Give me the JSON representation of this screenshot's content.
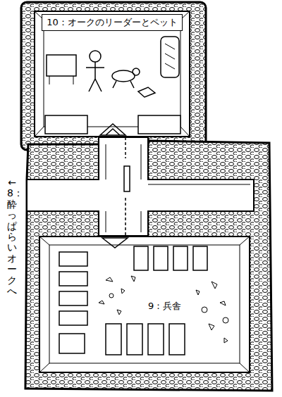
{
  "diagram": {
    "nodes": [
      {
        "text": [
          "10：オークのリーダーとペット"
        ]
      },
      {
        "text": [
          "9：兵舎"
        ]
      }
    ],
    "edges": [
      {
        "from": 0,
        "to": 1,
        "arrow": "none"
      }
    ],
    "labels": [
      "←8：酔っぱらいオークへ"
    ]
  }
}
